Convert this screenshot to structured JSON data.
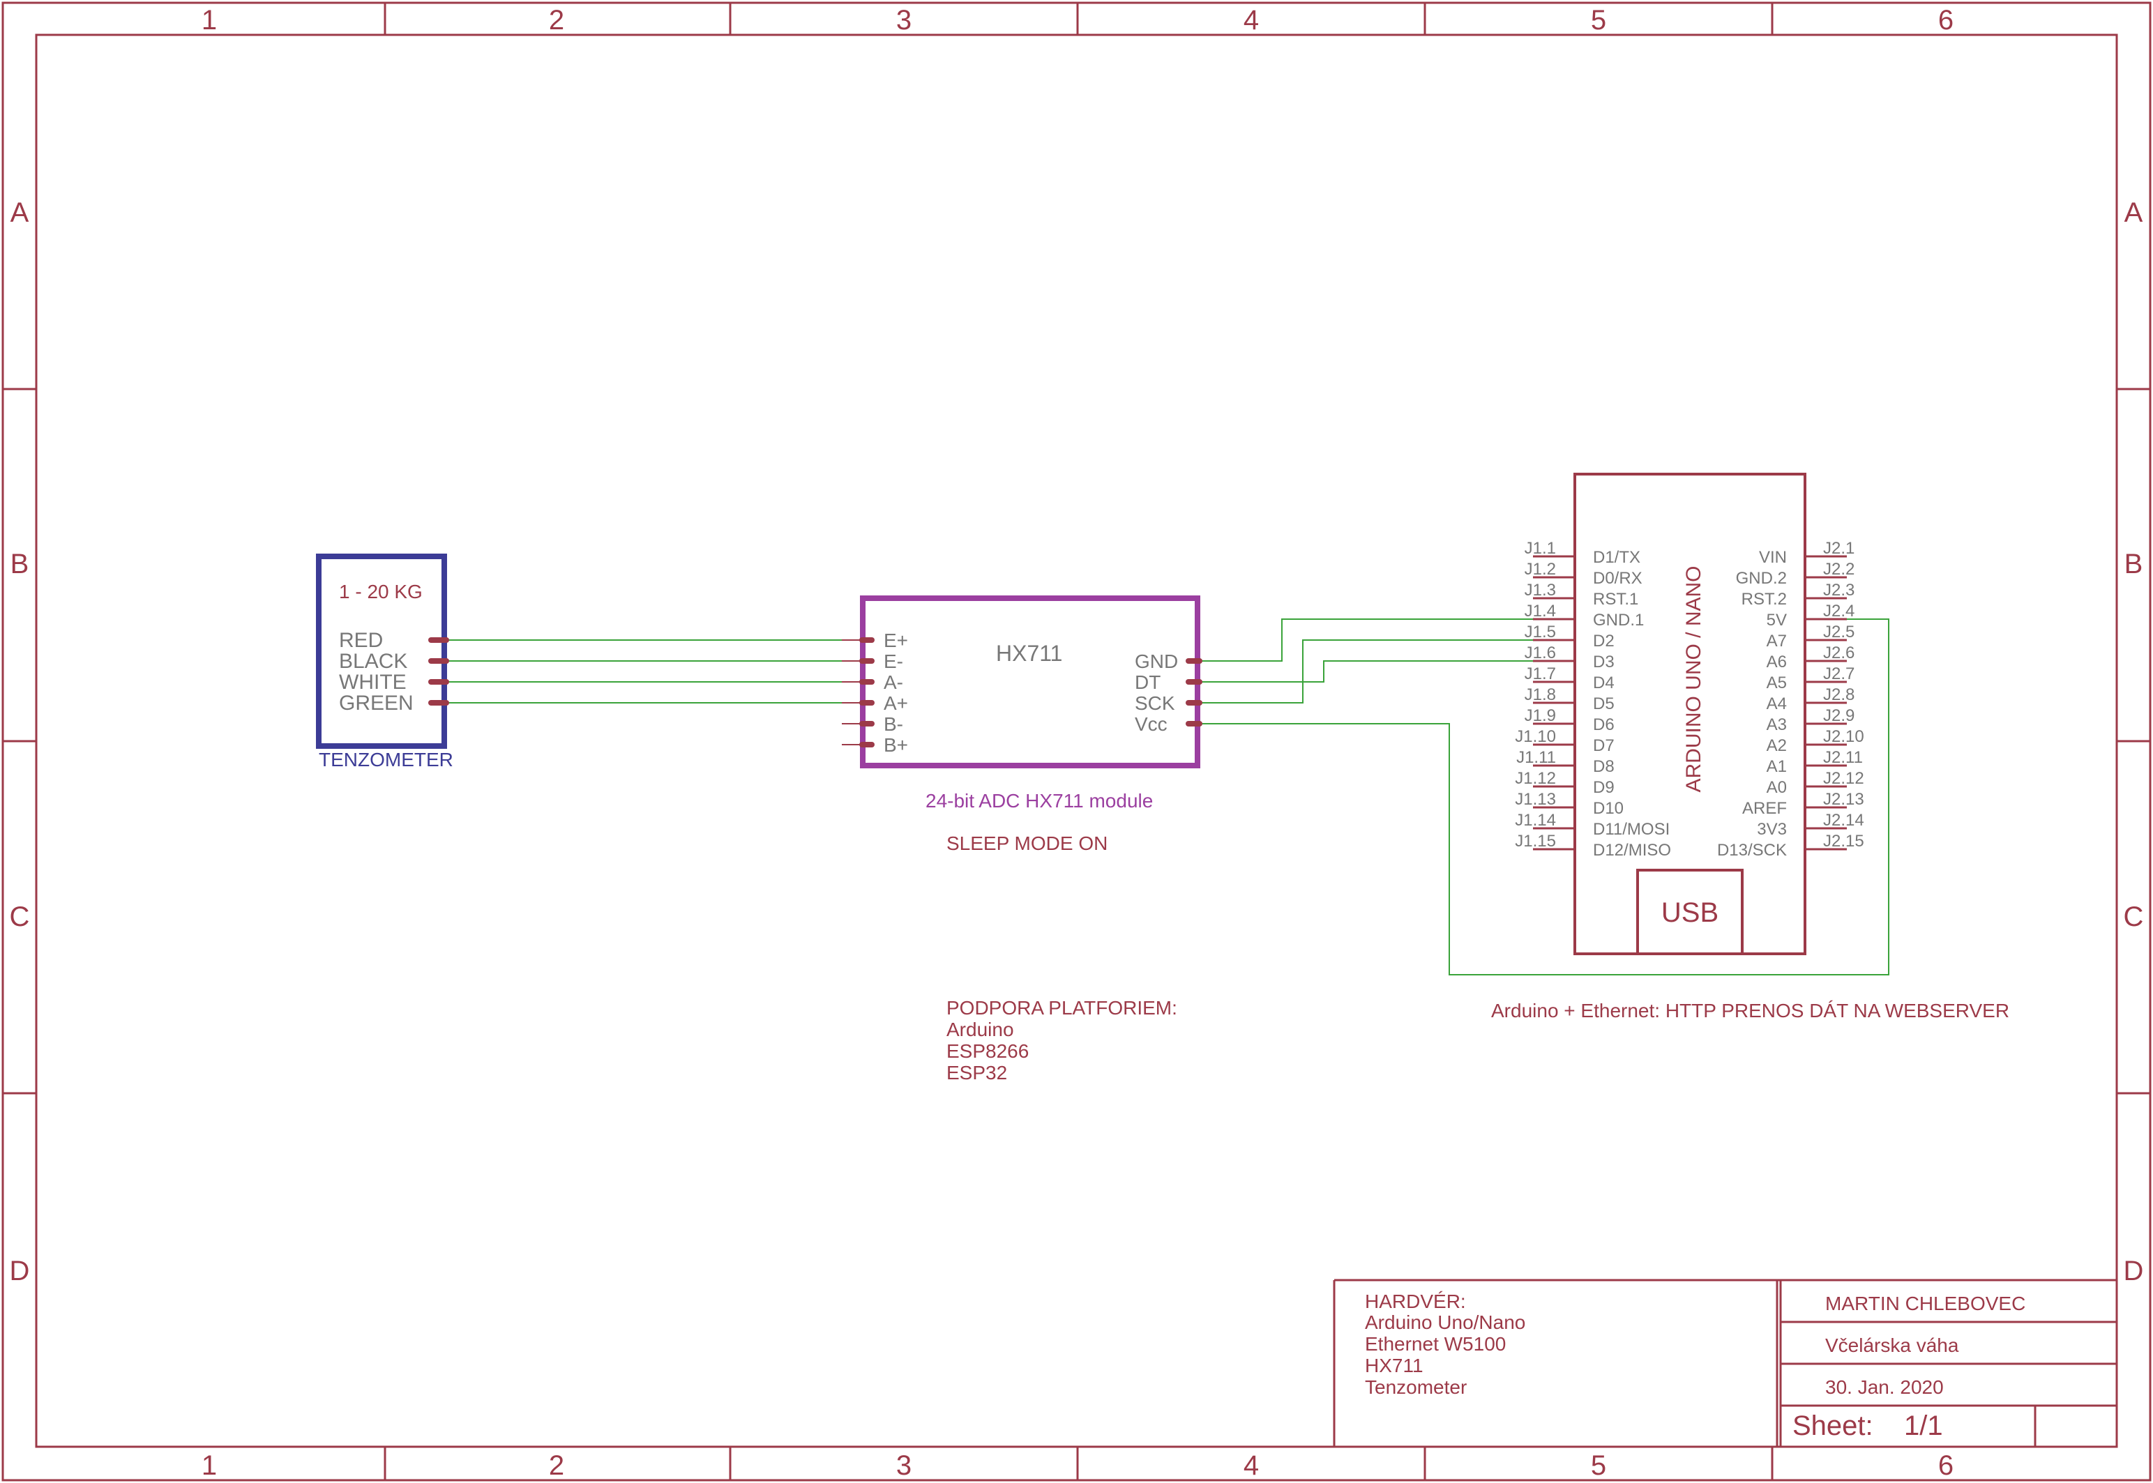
{
  "colors": {
    "frame": "#9c3a48",
    "wire": "#3aa33a",
    "tenzometer": "#3c3c96",
    "hx711": "#9b3fa0",
    "pin_text": "#777777",
    "note_text": "#9c3a48"
  },
  "frame": {
    "columns": [
      "1",
      "2",
      "3",
      "4",
      "5",
      "6"
    ],
    "rows": [
      "A",
      "B",
      "C",
      "D"
    ]
  },
  "tenzometer": {
    "range": "1 - 20 KG",
    "wires": [
      "RED",
      "BLACK",
      "WHITE",
      "GREEN"
    ],
    "label": "TENZOMETER"
  },
  "hx711": {
    "title": "HX711",
    "left_pins": [
      "E+",
      "E-",
      "A-",
      "A+",
      "B-",
      "B+"
    ],
    "right_pins": [
      "GND",
      "DT",
      "SCK",
      "Vcc"
    ],
    "caption": "24-bit ADC HX711 module",
    "note": "SLEEP MODE ON"
  },
  "arduino": {
    "title": "ARDUINO UNO / NANO",
    "usb": "USB",
    "j1_labels": [
      "J1.1",
      "J1.2",
      "J1.3",
      "J1.4",
      "J1.5",
      "J1.6",
      "J1.7",
      "J1.8",
      "J1.9",
      "J1.10",
      "J1.11",
      "J1.12",
      "J1.13",
      "J1.14",
      "J1.15"
    ],
    "j1_pins": [
      "D1/TX",
      "D0/RX",
      "RST.1",
      "GND.1",
      "D2",
      "D3",
      "D4",
      "D5",
      "D6",
      "D7",
      "D8",
      "D9",
      "D10",
      "D11/MOSI",
      "D12/MISO"
    ],
    "j2_labels": [
      "J2.1",
      "J2.2",
      "J2.3",
      "J2.4",
      "J2.5",
      "J2.6",
      "J2.7",
      "J2.8",
      "J2.9",
      "J2.10",
      "J2.11",
      "J2.12",
      "J2.13",
      "J2.14",
      "J2.15"
    ],
    "j2_pins": [
      "VIN",
      "GND.2",
      "RST.2",
      "5V",
      "A7",
      "A6",
      "A5",
      "A4",
      "A3",
      "A2",
      "A1",
      "A0",
      "AREF",
      "3V3",
      "D13/SCK"
    ],
    "caption": "Arduino + Ethernet: HTTP PRENOS DÁT NA WEBSERVER"
  },
  "platforms": {
    "heading": "PODPORA PLATFORIEM:",
    "items": [
      "Arduino",
      "ESP8266",
      "ESP32"
    ]
  },
  "title_block": {
    "hardware_heading": "HARDVÉR:",
    "hardware_items": [
      "Arduino Uno/Nano",
      "Ethernet W5100",
      "HX711",
      "Tenzometer"
    ],
    "author": "MARTIN CHLEBOVEC",
    "project": "Včelárska váha",
    "date": "30. Jan. 2020",
    "sheet_label": "Sheet:",
    "sheet_value": "1/1"
  }
}
